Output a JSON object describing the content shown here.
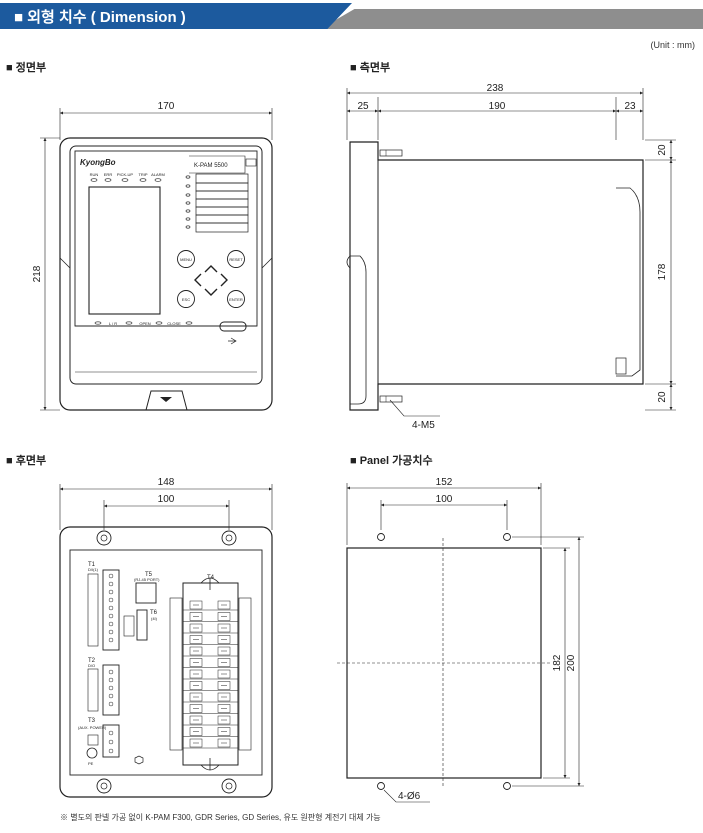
{
  "header": {
    "title": "■ 외형 치수 ( Dimension )"
  },
  "unit_label": "(Unit : mm)",
  "sections": {
    "front": "■ 정면부",
    "side": "■ 측면부",
    "rear": "■ 후면부",
    "panel": "■ Panel 가공치수"
  },
  "front": {
    "width": "170",
    "height": "218",
    "brand": "KyongBo",
    "model": "K-PAM 5500",
    "leds": [
      "RUN",
      "ERR",
      "PICK-UP",
      "TRIP",
      "ALARM"
    ],
    "buttons": {
      "menu": "MENU",
      "reset": "RESET",
      "esc": "ESC",
      "enter": "ENTER"
    },
    "bottom_labels": [
      "L / R",
      "OPEN",
      "CLOSE"
    ]
  },
  "side": {
    "total": "238",
    "front_depth": "25",
    "body_depth": "190",
    "rear_depth": "23",
    "top_offset": "20",
    "body_height": "178",
    "bottom_offset": "20",
    "screw": "4-M5"
  },
  "rear": {
    "width": "148",
    "hole_spacing": "100",
    "t1": "T1",
    "t1_sub": "D/I(1)",
    "t2": "T2",
    "t2_sub": "D/O",
    "t3": "T3",
    "t3_sub": "(AUX. POWER)",
    "t4": "T4",
    "t5": "T5",
    "t5_sub": "(RJ-45 PORT)",
    "t6": "T6",
    "t6_sub": "(4I)",
    "ground": "PE"
  },
  "panel": {
    "width": "152",
    "hole_spacing": "100",
    "cut_height": "182",
    "total_height": "200",
    "holes": "4-Ø6"
  },
  "footnote": "※ 별도의 판넬 가공 없이 K-PAM F300, GDR Series, GD Series, 유도 원판형 계전기 대체 가능"
}
